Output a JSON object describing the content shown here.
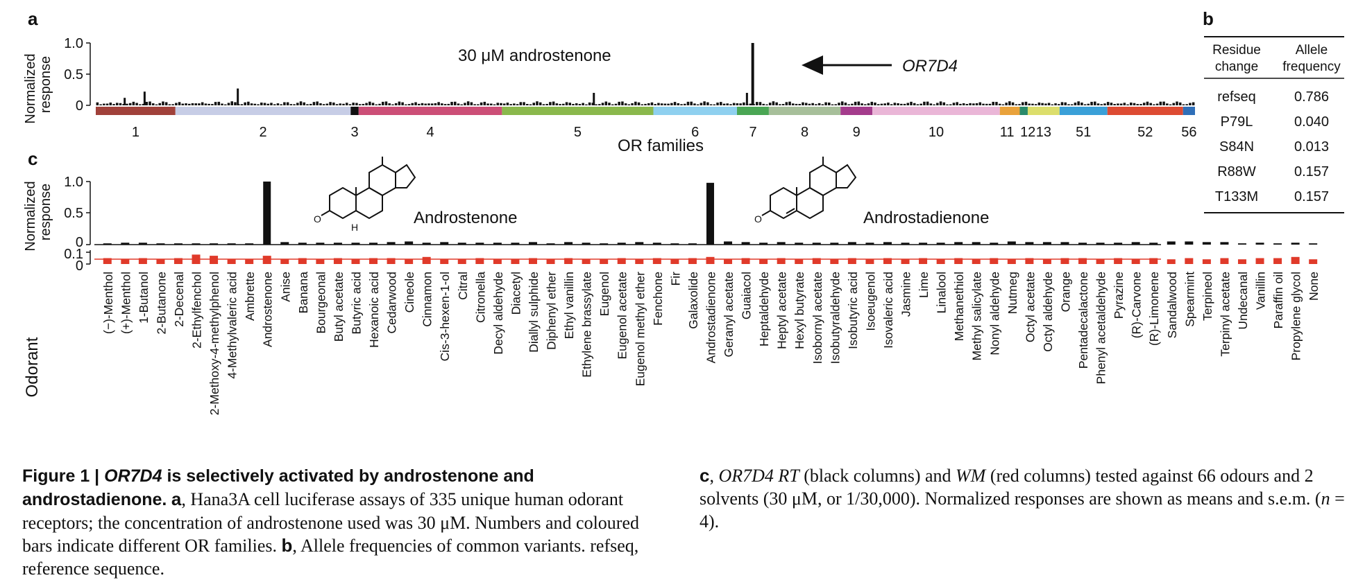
{
  "figure": {
    "panel_a": {
      "letter": "a",
      "ylabel": [
        "Normalized",
        "response"
      ],
      "yticks": [
        "1.0",
        "0.5",
        "0"
      ],
      "annotation": "30 μM androstenone",
      "receptor_label": "OR7D4",
      "xlabel": "OR families",
      "families": [
        {
          "label": "1",
          "color": "#a0413a",
          "units": 20
        },
        {
          "label": "2",
          "color": "#c7cde6",
          "units": 44
        },
        {
          "label": "3",
          "color": "#111111",
          "units": 2
        },
        {
          "label": "4",
          "color": "#cc4f77",
          "units": 36
        },
        {
          "label": "5",
          "color": "#8ab84c",
          "units": 38
        },
        {
          "label": "6",
          "color": "#8fd0ef",
          "units": 21
        },
        {
          "label": "7",
          "color": "#4aa654",
          "units": 8
        },
        {
          "label": "8",
          "color": "#a7bf9a",
          "units": 18
        },
        {
          "label": "9",
          "color": "#a43c8c",
          "units": 8
        },
        {
          "label": "10",
          "color": "#eab6d7",
          "units": 32
        },
        {
          "label": "11",
          "color": "#e9a23b",
          "units": 5
        },
        {
          "label": "12",
          "color": "#2a8a6a",
          "units": 2
        },
        {
          "label": "13",
          "color": "#dcde6c",
          "units": 8
        },
        {
          "label": "51",
          "color": "#3aa0d8",
          "units": 12
        },
        {
          "label": "52",
          "color": "#dd4b33",
          "units": 19
        },
        {
          "label": "56",
          "color": "#2f6fb8",
          "units": 3
        }
      ]
    },
    "panel_b": {
      "letter": "b",
      "headers": [
        [
          "Residue",
          "change"
        ],
        [
          "Allele",
          "frequency"
        ]
      ],
      "rows": [
        {
          "change": "refseq",
          "frequency": "0.786"
        },
        {
          "change": "P79L",
          "frequency": "0.040"
        },
        {
          "change": "S84N",
          "frequency": "0.013"
        },
        {
          "change": "R88W",
          "frequency": "0.157"
        },
        {
          "change": "T133M",
          "frequency": "0.157"
        }
      ]
    },
    "panel_c": {
      "letter": "c",
      "ylabel": [
        "Normalized",
        "response"
      ],
      "yticks_top": [
        "1.0",
        "0.5",
        "0"
      ],
      "yticks_bottom": [
        "0.1",
        "0"
      ],
      "xlabel": "Odorant",
      "compound_labels": [
        "Androstenone",
        "Androstadienone"
      ]
    }
  },
  "chart_data": [
    {
      "type": "bar",
      "title": "30 μM androstenone",
      "xlabel": "OR families",
      "ylabel": "Normalized response",
      "ylim": [
        0,
        1.0
      ],
      "yticks": [
        0,
        0.5,
        1.0
      ],
      "n_receptors": 335,
      "categories": [
        "1",
        "2",
        "3",
        "4",
        "5",
        "6",
        "7",
        "8",
        "9",
        "10",
        "11",
        "12",
        "13",
        "51",
        "52",
        "56"
      ],
      "highlight": {
        "label": "OR7D4",
        "family": "7",
        "value": 1.0
      },
      "notable_values": [
        {
          "family": "1",
          "value": 0.12
        },
        {
          "family": "1",
          "value": 0.22
        },
        {
          "family": "2",
          "value": 0.27
        },
        {
          "family": "5",
          "value": 0.2
        },
        {
          "family": "7",
          "value": 0.2
        },
        {
          "family": "7",
          "value": 1.0
        }
      ],
      "grid": false
    },
    {
      "type": "bar",
      "xlabel": "Odorant",
      "ylabel": "Normalized response",
      "ylim": [
        0,
        1.0
      ],
      "yticks": [
        0,
        0.5,
        1.0
      ],
      "categories": [
        "(−)-Menthol",
        "(+)-Menthol",
        "1-Butanol",
        "2-Butanone",
        "2-Decenal",
        "2-Ethylfenchol",
        "2-Methoxy-4-methylphenol",
        "4-Methylvaleric acid",
        "Ambrette",
        "Androstenone",
        "Anise",
        "Banana",
        "Bourgeonal",
        "Butyl acetate",
        "Butyric acid",
        "Hexanoic acid",
        "Cedarwood",
        "Cineole",
        "Cinnamon",
        "Cis-3-hexen-1-ol",
        "Citral",
        "Citronella",
        "Decyl aldehyde",
        "Diacetyl",
        "Diallyl sulphide",
        "Diphenyl ether",
        "Ethyl vanillin",
        "Ethylene brassylate",
        "Eugenol",
        "Eugenol acetate",
        "Eugenol methyl ether",
        "Fenchone",
        "Fir",
        "Galaxolide",
        "Androstadienone",
        "Geranyl acetate",
        "Guaiacol",
        "Heptaldehyde",
        "Heptyl acetate",
        "Hexyl butyrate",
        "Isobornyl acetate",
        "Isobutyraldehyde",
        "Isobutyric acid",
        "Isoeugenol",
        "Isovaleric acid",
        "Jasmine",
        "Lime",
        "Linalool",
        "Methanethiol",
        "Methyl salicylate",
        "Nonyl aldehyde",
        "Nutmeg",
        "Octyl acetate",
        "Octyl aldehyde",
        "Orange",
        "Pentadecalactone",
        "Phenyl acetaldehyde",
        "Pyrazine",
        "(R)-Carvone",
        "(R)-Limonene",
        "Sandalwood",
        "Spearmint",
        "Terpineol",
        "Terpinyl acetate",
        "Undecanal",
        "Vanillin",
        "Paraffin oil",
        "Propylene glycol",
        "None"
      ],
      "series": [
        {
          "name": "OR7D4 RT",
          "color": "#111111",
          "values": [
            0.02,
            0.03,
            0.03,
            0.02,
            0.02,
            0.02,
            0.02,
            0.02,
            0.02,
            1.0,
            0.04,
            0.03,
            0.03,
            0.03,
            0.03,
            0.03,
            0.04,
            0.05,
            0.03,
            0.04,
            0.03,
            0.03,
            0.03,
            0.03,
            0.04,
            0.02,
            0.04,
            0.03,
            0.02,
            0.03,
            0.04,
            0.03,
            0.02,
            0.02,
            0.98,
            0.05,
            0.04,
            0.03,
            0.04,
            0.03,
            0.03,
            0.03,
            0.04,
            0.03,
            0.04,
            0.03,
            0.03,
            0.03,
            0.04,
            0.04,
            0.03,
            0.05,
            0.04,
            0.04,
            0.04,
            0.03,
            0.03,
            0.03,
            0.04,
            0.03,
            0.05,
            0.05,
            0.04,
            0.04,
            0.02,
            0.03,
            0.02,
            0.03,
            0.02
          ]
        },
        {
          "name": "WM",
          "color": "#e03a2a",
          "values": [
            0.05,
            0.04,
            0.05,
            0.04,
            0.05,
            0.08,
            0.07,
            0.04,
            0.04,
            0.07,
            0.04,
            0.05,
            0.04,
            0.05,
            0.04,
            0.05,
            0.05,
            0.04,
            0.06,
            0.04,
            0.04,
            0.05,
            0.04,
            0.04,
            0.05,
            0.04,
            0.05,
            0.04,
            0.04,
            0.05,
            0.04,
            0.05,
            0.04,
            0.05,
            0.06,
            0.04,
            0.05,
            0.04,
            0.05,
            0.04,
            0.05,
            0.04,
            0.05,
            0.04,
            0.05,
            0.04,
            0.05,
            0.04,
            0.05,
            0.04,
            0.05,
            0.04,
            0.05,
            0.04,
            0.05,
            0.05,
            0.04,
            0.05,
            0.04,
            0.05,
            0.04,
            0.05,
            0.04,
            0.05,
            0.04,
            0.05,
            0.05,
            0.06,
            0.04
          ]
        }
      ],
      "ylim_lower": [
        0,
        0.1
      ],
      "grid": false
    }
  ],
  "caption": {
    "figure_label": "Figure 1 | ",
    "title_gene": "OR7D4",
    "title_rest": " is selectively activated by androstenone and androstadienone.",
    "a_letter": "a",
    "a_text": ", Hana3A cell luciferase assays of 335 unique human odorant receptors; the concentration of androstenone used was 30 μM. Numbers and coloured bars indicate different OR families.",
    "b_letter": "b",
    "b_text": ", Allele frequencies of common variants. refseq, reference sequence.",
    "c_letter": "c",
    "c_gene": "OR7D4 RT",
    "c_text1": " (black columns) and ",
    "c_wm": "WM",
    "c_text2": " (red columns) tested against 66 odours and 2 solvents (30 μM, or 1/30,000). Normalized responses are shown as means and s.e.m. (",
    "c_n": "n",
    "c_text3": " = 4)."
  }
}
